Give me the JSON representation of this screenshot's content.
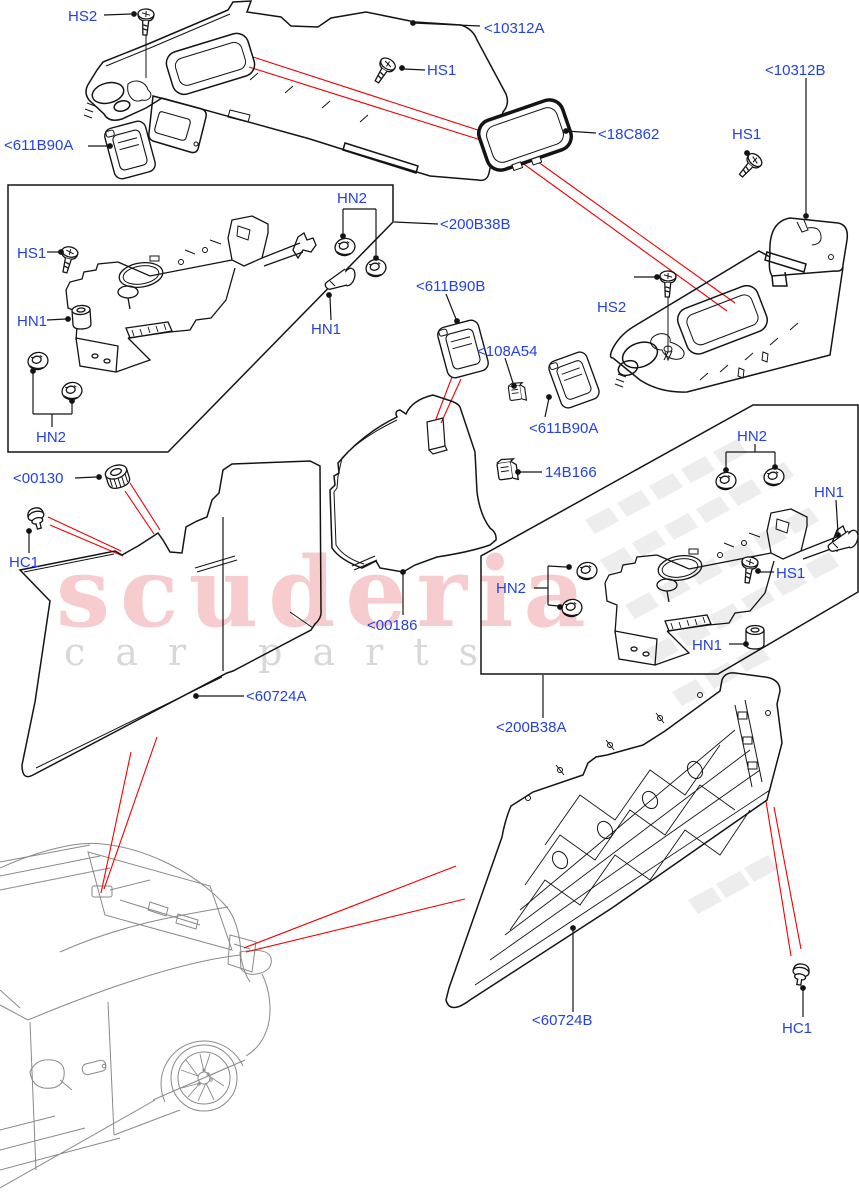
{
  "watermark": {
    "brand": "scuderia",
    "tagline": "car parts"
  },
  "colors": {
    "label_blue": "#2342df",
    "line_black": "#141414",
    "callout_red": "#f20000",
    "car_gray": "#8a8a8a",
    "checker_gray": "#ededed",
    "watermark_pink": "#f2b9bd"
  },
  "labels": [
    {
      "id": "hs2-top",
      "text": "HS2"
    },
    {
      "id": "10312a",
      "text": "<10312A"
    },
    {
      "id": "hs1-top",
      "text": "HS1"
    },
    {
      "id": "10312b",
      "text": "<10312B"
    },
    {
      "id": "18c862",
      "text": "<18C862"
    },
    {
      "id": "hs1-right",
      "text": "HS1"
    },
    {
      "id": "611b90a-top",
      "text": "<611B90A"
    },
    {
      "id": "hn2-leftbox-top",
      "text": "HN2"
    },
    {
      "id": "200b38b",
      "text": "<200B38B"
    },
    {
      "id": "hs1-leftbox",
      "text": "HS1"
    },
    {
      "id": "611b90b",
      "text": "<611B90B"
    },
    {
      "id": "hs2-right",
      "text": "HS2"
    },
    {
      "id": "hn1-leftbox-left",
      "text": "HN1"
    },
    {
      "id": "hn1-leftbox-right",
      "text": "HN1"
    },
    {
      "id": "108a54",
      "text": "<108A54"
    },
    {
      "id": "611b90a-mid",
      "text": "<611B90A"
    },
    {
      "id": "hn2-leftbox-bottom",
      "text": "HN2"
    },
    {
      "id": "hn2-rightbox-top",
      "text": "HN2"
    },
    {
      "id": "14b166",
      "text": "14B166"
    },
    {
      "id": "00130",
      "text": "<00130"
    },
    {
      "id": "hn1-rightbox-right",
      "text": "HN1"
    },
    {
      "id": "hc1-left",
      "text": "HC1"
    },
    {
      "id": "hs1-rightbox",
      "text": "HS1"
    },
    {
      "id": "hn2-rightbox-left",
      "text": "HN2"
    },
    {
      "id": "00186",
      "text": "<00186"
    },
    {
      "id": "hn1-rightbox-bottom",
      "text": "HN1"
    },
    {
      "id": "60724a",
      "text": "<60724A"
    },
    {
      "id": "200b38a",
      "text": "<200B38A"
    },
    {
      "id": "60724b",
      "text": "<60724B"
    },
    {
      "id": "hc1-bottom",
      "text": "HC1"
    }
  ]
}
